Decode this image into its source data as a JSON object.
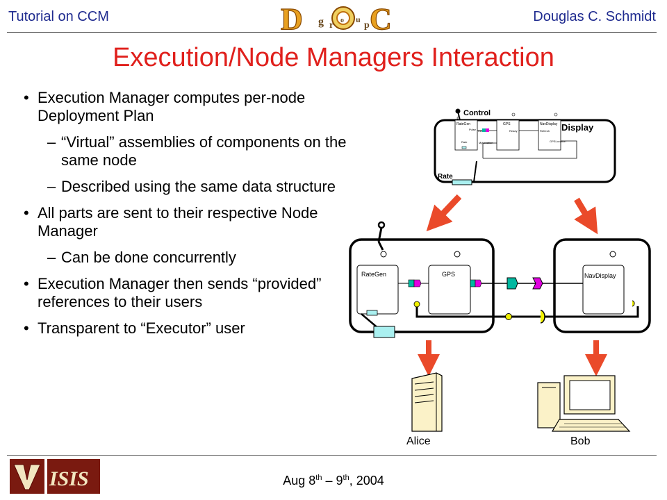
{
  "header": {
    "left": "Tutorial on CCM",
    "right": "Douglas C. Schmidt",
    "logo_letters": [
      "g",
      "r",
      "o",
      "u",
      "p"
    ]
  },
  "title": "Execution/Node Managers Interaction",
  "bullets": [
    {
      "level": 1,
      "text": "Execution Manager computes per-node Deployment Plan"
    },
    {
      "level": 2,
      "text": "“Virtual” assemblies of components on the same node"
    },
    {
      "level": 2,
      "text": "Described using the same data structure"
    },
    {
      "level": 1,
      "text": "All parts are sent to their respective Node Manager"
    },
    {
      "level": 2,
      "text": "Can be done concurrently"
    },
    {
      "level": 1,
      "text": "Execution Manager then sends “provided” references to their users"
    },
    {
      "level": 1,
      "text": "Transparent to “Executor” user"
    }
  ],
  "bullet_marks": {
    "level1": "•",
    "level2": "–"
  },
  "diagram": {
    "top_assembly": {
      "control": "Control",
      "display": "Display",
      "rate": "Rate",
      "components": [
        "RateGen",
        "GPS",
        "NavDisplay"
      ],
      "ports": [
        "Pulse",
        "Refresh",
        "Ready",
        "MyLocation",
        "Refresh",
        "GPSLocation",
        "Rate"
      ]
    },
    "node_components": [
      "RateGen",
      "GPS",
      "NavDisplay"
    ],
    "nodes": [
      "Alice",
      "Bob"
    ]
  },
  "footer": {
    "date_parts": [
      "Aug 8",
      "th",
      " – 9",
      "th",
      ", 2004"
    ]
  },
  "colors": {
    "header_text": "#1f2b8f",
    "title": "#e0201c",
    "arrow": "#ea4a2a",
    "facet": "#e000e0",
    "receptacle": "#00b8a0",
    "event_sink": "#f0f000",
    "attribute_box": "#aaf0f0"
  }
}
